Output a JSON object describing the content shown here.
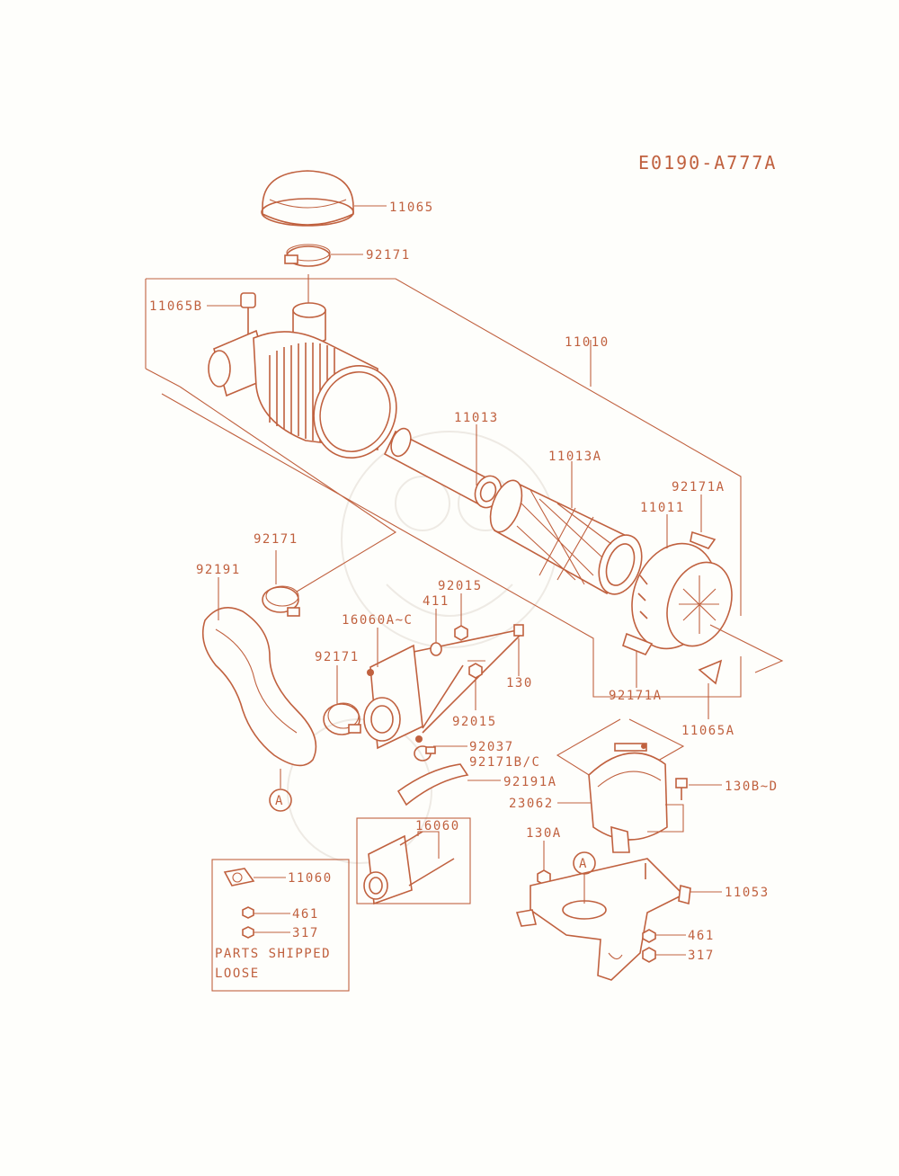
{
  "diagram_code": "E0190-A777A",
  "callout_letter": "A",
  "labels": {
    "11065": "11065",
    "92171_top": "92171",
    "11065B": "11065B",
    "11010": "11010",
    "11013": "11013",
    "11013A": "11013A",
    "92171A_top": "92171A",
    "11011": "11011",
    "92171_left": "92171",
    "92191": "92191",
    "92015_top": "92015",
    "411": "411",
    "16060A_C": "16060A~C",
    "92171_mid": "92171",
    "130": "130",
    "92015_bot": "92015",
    "92171A_bot": "92171A",
    "11065A": "11065A",
    "92037": "92037",
    "92171B_C": "92171B/C",
    "92191A": "92191A",
    "130B_D": "130B~D",
    "23062": "23062",
    "16060": "16060",
    "130A": "130A",
    "11060": "11060",
    "11053": "11053",
    "461_left": "461",
    "317_left": "317",
    "461_right": "461",
    "317_right": "317"
  },
  "loose_parts_note": {
    "line1": "PARTS SHIPPED",
    "line2": "LOOSE"
  },
  "colors": {
    "ink": "#c0613f",
    "paper": "#fefefb"
  }
}
